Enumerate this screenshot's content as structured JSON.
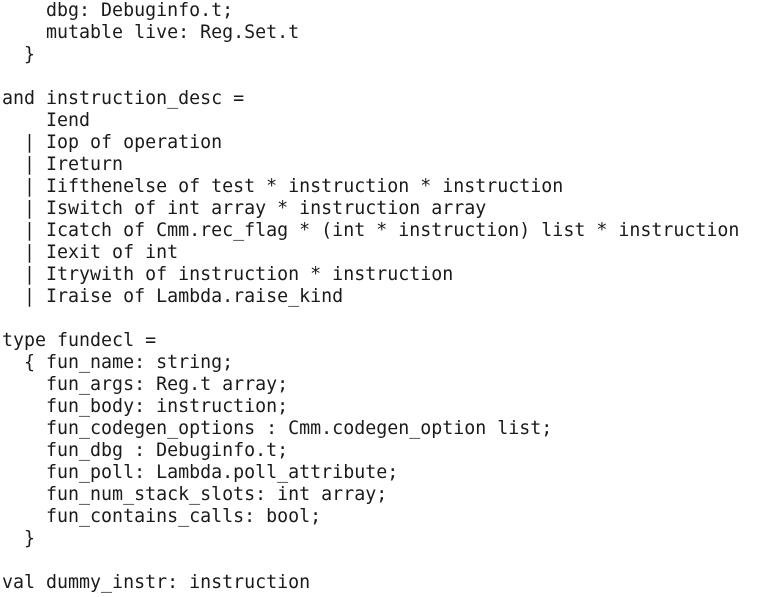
{
  "code": {
    "lines": [
      "    dbg: Debuginfo.t;",
      "    mutable live: Reg.Set.t",
      "  }",
      "",
      "and instruction_desc =",
      "    Iend",
      "  | Iop of operation",
      "  | Ireturn",
      "  | Iifthenelse of test * instruction * instruction",
      "  | Iswitch of int array * instruction array",
      "  | Icatch of Cmm.rec_flag * (int * instruction) list * instruction",
      "  | Iexit of int",
      "  | Itrywith of instruction * instruction",
      "  | Iraise of Lambda.raise_kind",
      "",
      "type fundecl =",
      "  { fun_name: string;",
      "    fun_args: Reg.t array;",
      "    fun_body: instruction;",
      "    fun_codegen_options : Cmm.codegen_option list;",
      "    fun_dbg : Debuginfo.t;",
      "    fun_poll: Lambda.poll_attribute;",
      "    fun_num_stack_slots: int array;",
      "    fun_contains_calls: bool;",
      "  }",
      "",
      "val dummy_instr: instruction"
    ]
  }
}
